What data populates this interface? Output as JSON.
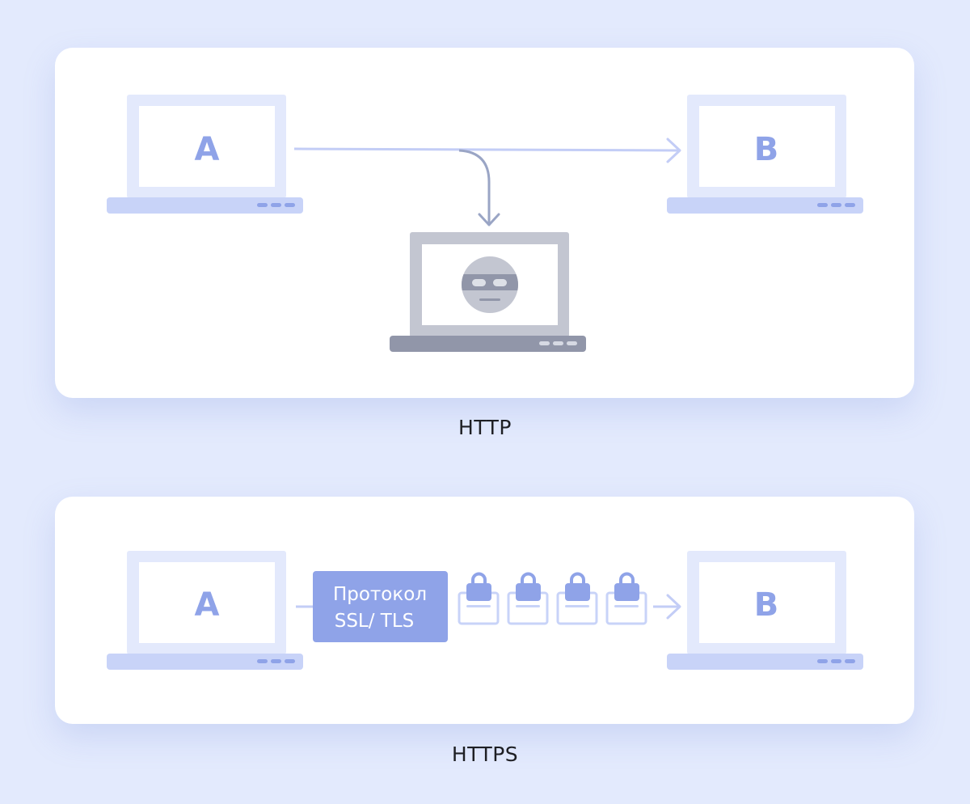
{
  "http": {
    "caption": "HTTP",
    "sender_label": "A",
    "receiver_label": "B"
  },
  "https": {
    "caption": "HTTPS",
    "sender_label": "A",
    "receiver_label": "B",
    "protocol_line1": "Протокол",
    "protocol_line2": "SSL/ TLS"
  },
  "colors": {
    "background": "#e3eafd",
    "panel": "#ffffff",
    "laptop_frame": "#e3e9fc",
    "laptop_base": "#c8d3f8",
    "accent": "#8fa3e8",
    "arrow": "#c3cdf6",
    "intercept_arrow": "#9aa5c5",
    "attacker_frame": "#c3c6d1",
    "attacker_base": "#9196a9"
  }
}
